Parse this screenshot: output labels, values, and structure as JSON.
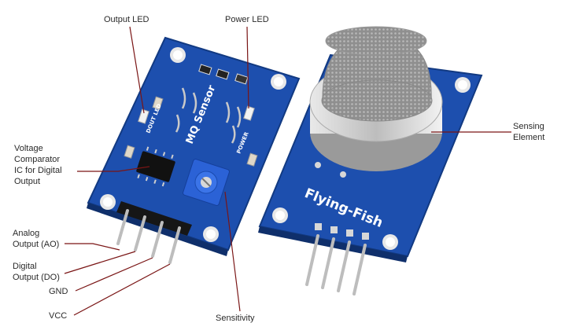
{
  "labels": {
    "output_led": "Output LED",
    "power_led": "Power LED",
    "voltage_comparator": "Voltage\nComparator\nIC for Digital\nOutput",
    "analog_output": "Analog\nOutput (AO)",
    "digital_output": "Digital\nOutput (DO)",
    "gnd": "GND",
    "vcc": "VCC",
    "sensitivity": "Sensitivity",
    "sensing_element": "Sensing\nElement"
  },
  "board": {
    "sensor_name": "MQ Sensor",
    "module_brand": "Flying-Fish",
    "dout_led_mark": "DOUT LED",
    "power_mark": "POWER"
  },
  "colors": {
    "pcb": "#1e4fb0",
    "pcb_dark": "#16397f",
    "leader_line": "#7a1515",
    "mesh": "#9a9a9a",
    "ring": "#cfcfcf"
  }
}
